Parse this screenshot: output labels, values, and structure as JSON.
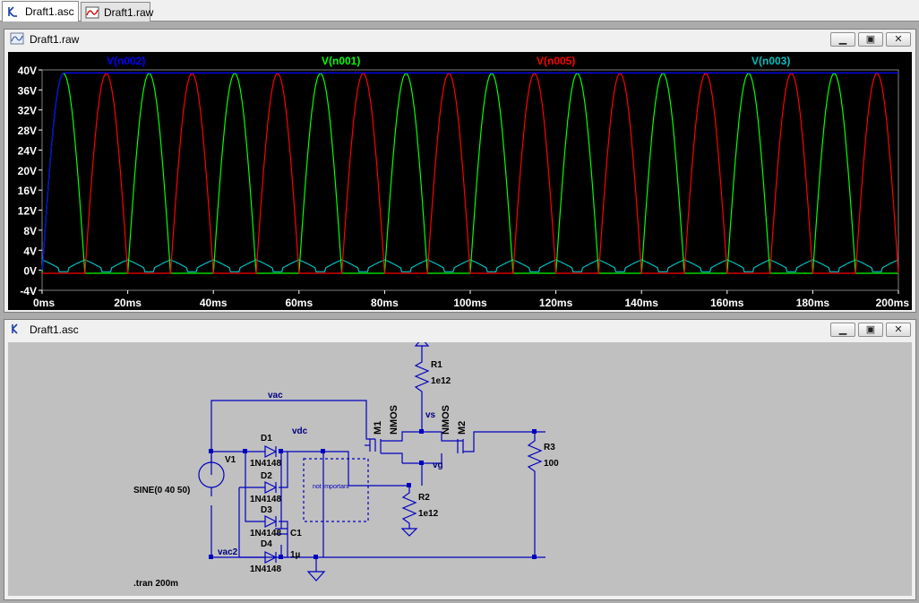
{
  "tabs": [
    {
      "label": "Draft1.asc",
      "icon": "schematic-icon",
      "active": true
    },
    {
      "label": "Draft1.raw",
      "icon": "waveform-icon",
      "active": false
    }
  ],
  "waveform_window": {
    "title": "Draft1.raw",
    "icon": "waveform-icon",
    "buttons": [
      "minimize",
      "restore",
      "close"
    ]
  },
  "schematic_window": {
    "title": "Draft1.asc",
    "icon": "schematic-icon",
    "buttons": [
      "minimize",
      "restore",
      "close"
    ]
  },
  "colors": {
    "plot_bg": "#000000",
    "axis_text": "#ffffff",
    "v_n002": "#0000ff",
    "v_n001": "#00ff00",
    "v_n005": "#ff0000",
    "v_n003": "#00c0c0",
    "schematic_bg": "#c0c0c0",
    "wire": "#0000c0",
    "component": "#0000c0",
    "label": "#000080"
  },
  "chart_data": {
    "type": "line",
    "xlabel": "",
    "ylabel": "",
    "xlim": [
      0,
      200
    ],
    "ylim": [
      -4,
      40
    ],
    "x_unit": "ms",
    "y_unit": "V",
    "grid": false,
    "legend_placement": "top",
    "x_ticks": [
      "0ms",
      "20ms",
      "40ms",
      "60ms",
      "80ms",
      "100ms",
      "120ms",
      "140ms",
      "160ms",
      "180ms",
      "200ms"
    ],
    "y_ticks": [
      "40V",
      "36V",
      "32V",
      "28V",
      "24V",
      "20V",
      "16V",
      "12V",
      "8V",
      "4V",
      "0V",
      "-4V"
    ],
    "frequency_hz": 50,
    "amplitude_v": 40,
    "series": [
      {
        "name": "V(n002)",
        "color": "#0000ff",
        "shape": "dc_after_charge",
        "level": 39.4
      },
      {
        "name": "V(n001)",
        "color": "#00ff00",
        "shape": "half_wave_positive",
        "peak": 39.3,
        "valley": -0.6
      },
      {
        "name": "V(n005)",
        "color": "#ff0000",
        "shape": "half_wave_negative",
        "peak": 39.3,
        "valley": -0.6
      },
      {
        "name": "V(n003)",
        "color": "#00c0c0",
        "shape": "small_hump",
        "peak": 1.9,
        "valley": -0.3
      }
    ]
  },
  "schematic": {
    "nets": {
      "vac": "vac",
      "vdc": "vdc",
      "vac2": "vac2",
      "vs": "vs",
      "vg": "vg"
    },
    "components": {
      "V1": {
        "ref": "V1",
        "value": "SINE(0 40 50)"
      },
      "D1": {
        "ref": "D1",
        "value": "1N4148"
      },
      "D2": {
        "ref": "D2",
        "value": "1N4148"
      },
      "D3": {
        "ref": "D3",
        "value": "1N4148"
      },
      "D4": {
        "ref": "D4",
        "value": "1N4148"
      },
      "C1": {
        "ref": "C1",
        "value": "1µ"
      },
      "R1": {
        "ref": "R1",
        "value": "1e12"
      },
      "R2": {
        "ref": "R2",
        "value": "1e12"
      },
      "R3": {
        "ref": "R3",
        "value": "100"
      },
      "M1": {
        "ref": "M1",
        "value": "NMOS"
      },
      "M2": {
        "ref": "M2",
        "value": "NMOS"
      }
    },
    "box_label": "not important",
    "directive": ".tran 200m"
  }
}
